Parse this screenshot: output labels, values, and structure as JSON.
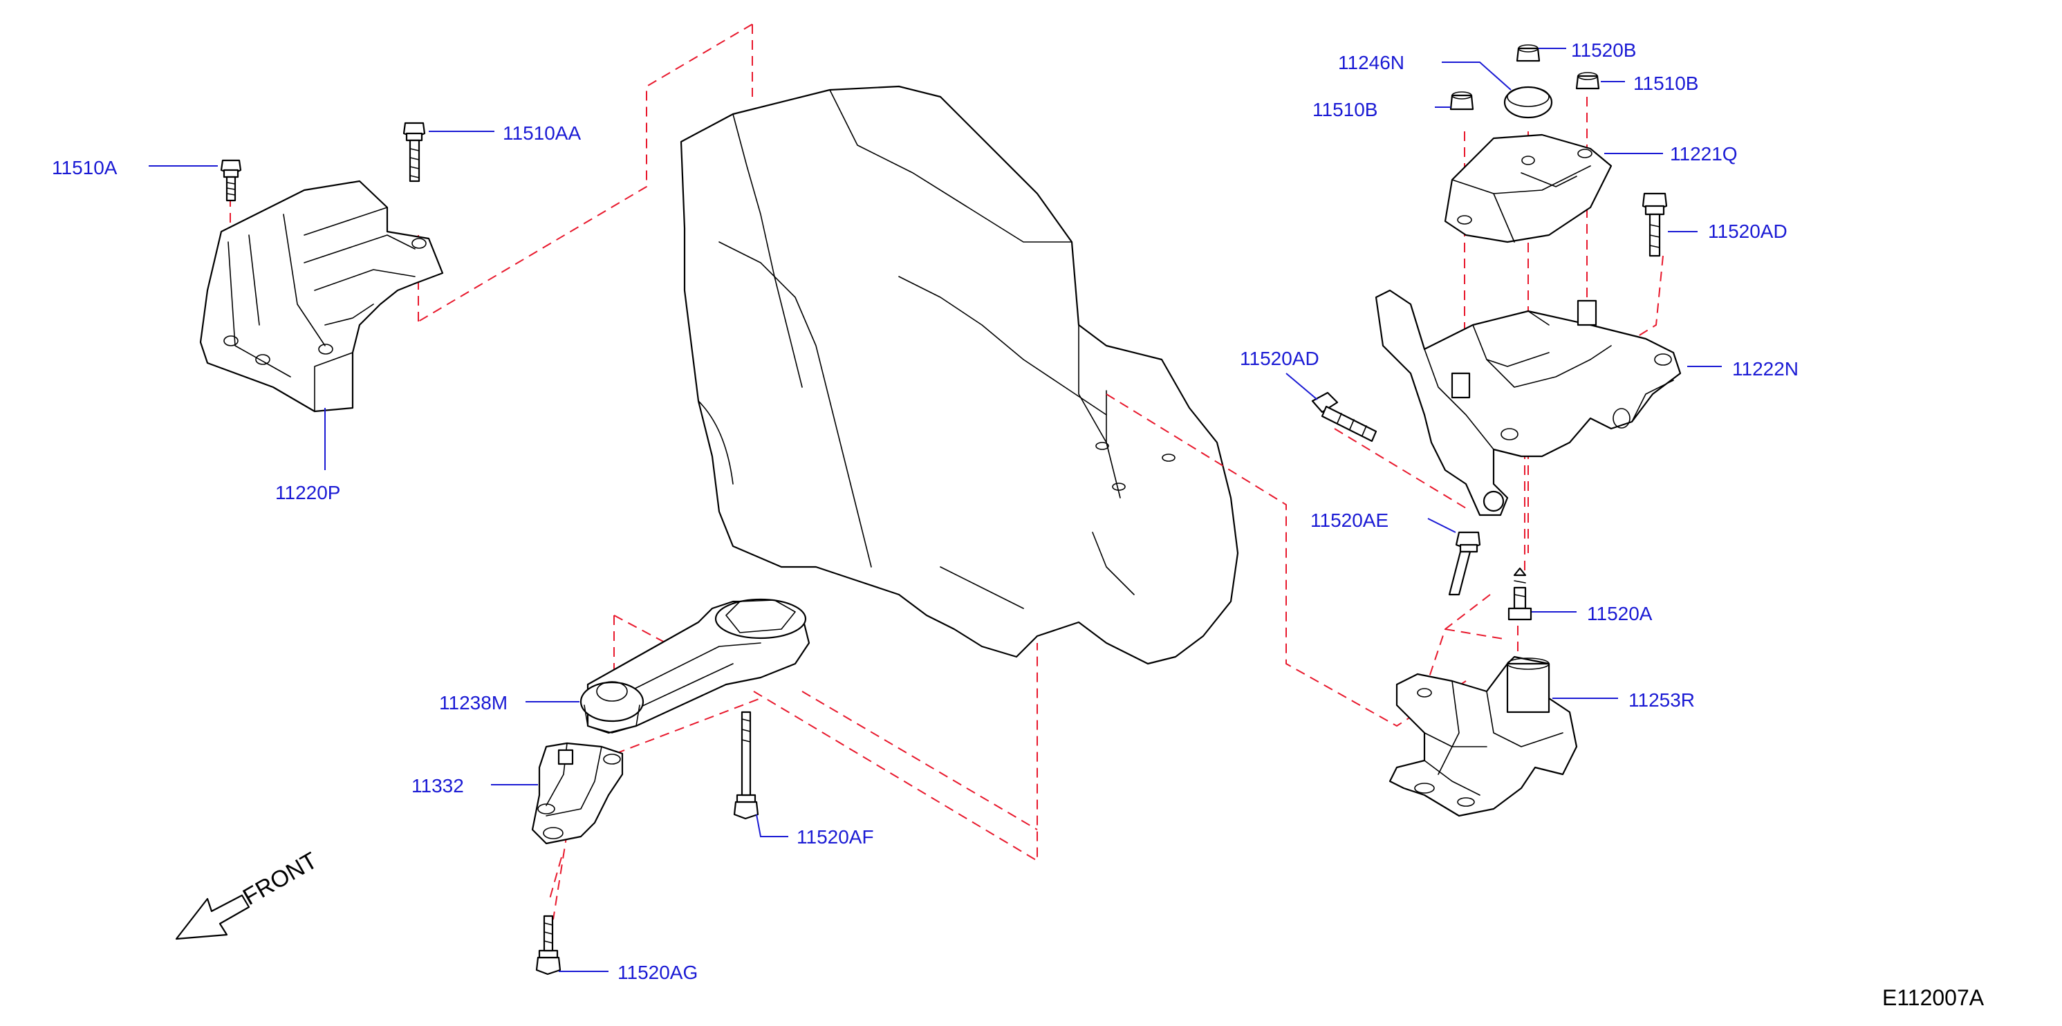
{
  "labels": {
    "p11510A": "11510A",
    "p11510AA": "11510AA",
    "p11220P": "11220P",
    "p11246N": "11246N",
    "p11520B": "11520B",
    "p11510B_left": "11510B",
    "p11510B_right": "11510B",
    "p11221Q": "11221Q",
    "p11520AD_right": "11520AD",
    "p11222N": "11222N",
    "p11520AD_left": "11520AD",
    "p11520AE": "11520AE",
    "p11520A": "11520A",
    "p11253R": "11253R",
    "p11238M": "11238M",
    "p11332": "11332",
    "p11520AF": "11520AF",
    "p11520AG": "11520AG"
  },
  "front_label": "FRONT",
  "diagram_code": "E112007A",
  "colors": {
    "label": "#1a1ad4",
    "phantom_line": "#e8182c",
    "outline": "#000000"
  }
}
